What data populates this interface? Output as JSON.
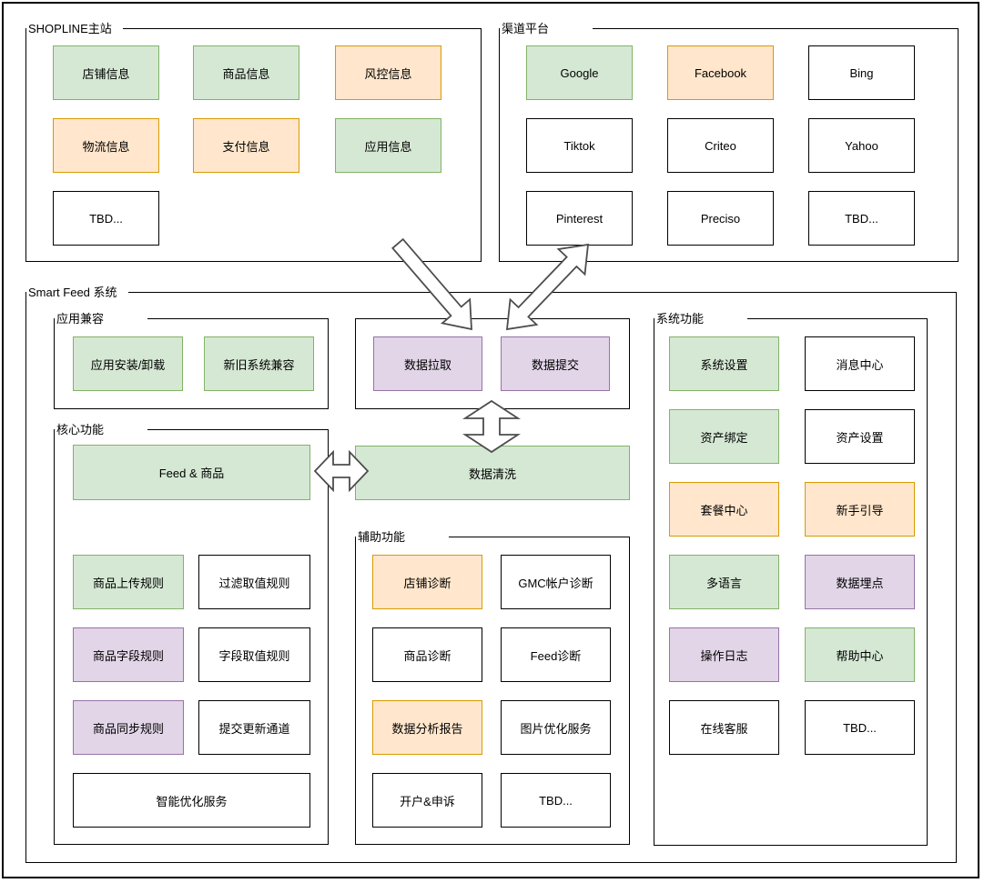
{
  "palette": {
    "green_fill": "#d5e8d4",
    "green_stroke": "#82b366",
    "orange_fill": "#ffe6cc",
    "orange_stroke": "#d79b00",
    "purple_fill": "#e1d5e7",
    "purple_stroke": "#9673a6",
    "white_fill": "#ffffff",
    "line_stroke": "#000000",
    "arrow_stroke": "#4d4d4d"
  },
  "shopline": {
    "title": "SHOPLINE主站",
    "boxes": [
      {
        "label": "店铺信息",
        "color": "green"
      },
      {
        "label": "商品信息",
        "color": "green"
      },
      {
        "label": "风控信息",
        "color": "orange"
      },
      {
        "label": "物流信息",
        "color": "orange"
      },
      {
        "label": "支付信息",
        "color": "orange"
      },
      {
        "label": "应用信息",
        "color": "green"
      },
      {
        "label": "TBD...",
        "color": "white"
      }
    ]
  },
  "channels": {
    "title": "渠道平台",
    "boxes": [
      {
        "label": "Google",
        "color": "green"
      },
      {
        "label": "Facebook",
        "color": "orange"
      },
      {
        "label": "Bing",
        "color": "white"
      },
      {
        "label": "Tiktok",
        "color": "white"
      },
      {
        "label": "Criteo",
        "color": "white"
      },
      {
        "label": "Yahoo",
        "color": "white"
      },
      {
        "label": "Pinterest",
        "color": "white"
      },
      {
        "label": "Preciso",
        "color": "white"
      },
      {
        "label": "TBD...",
        "color": "white"
      }
    ]
  },
  "smartfeed": {
    "title": "Smart Feed 系统",
    "app_compat": {
      "title": "应用兼容",
      "boxes": [
        {
          "label": "应用安装/卸载",
          "color": "green"
        },
        {
          "label": "新旧系统兼容",
          "color": "green"
        }
      ]
    },
    "data_io": {
      "boxes": [
        {
          "label": "数据拉取",
          "color": "purple"
        },
        {
          "label": "数据提交",
          "color": "purple"
        }
      ]
    },
    "system": {
      "title": "系统功能",
      "boxes": [
        {
          "label": "系统设置",
          "color": "green"
        },
        {
          "label": "消息中心",
          "color": "white"
        },
        {
          "label": "资产绑定",
          "color": "green"
        },
        {
          "label": "资产设置",
          "color": "white"
        },
        {
          "label": "套餐中心",
          "color": "orange"
        },
        {
          "label": "新手引导",
          "color": "orange"
        },
        {
          "label": "多语言",
          "color": "green"
        },
        {
          "label": "数据埋点",
          "color": "purple"
        },
        {
          "label": "操作日志",
          "color": "purple"
        },
        {
          "label": "帮助中心",
          "color": "green"
        },
        {
          "label": "在线客服",
          "color": "white"
        },
        {
          "label": "TBD...",
          "color": "white"
        }
      ]
    },
    "core": {
      "title": "核心功能",
      "feed_box": {
        "label": "Feed & 商品",
        "color": "green"
      },
      "boxes": [
        {
          "label": "商品上传规则",
          "color": "green"
        },
        {
          "label": "过滤取值规则",
          "color": "white"
        },
        {
          "label": "商品字段规则",
          "color": "purple"
        },
        {
          "label": "字段取值规则",
          "color": "white"
        },
        {
          "label": "商品同步规则",
          "color": "purple"
        },
        {
          "label": "提交更新通道",
          "color": "white"
        }
      ],
      "wide_box": {
        "label": "智能优化服务",
        "color": "white"
      }
    },
    "data_cleaning": {
      "label": "数据清洗",
      "color": "green"
    },
    "aux": {
      "title": "辅助功能",
      "boxes": [
        {
          "label": "店铺诊断",
          "color": "orange"
        },
        {
          "label": "GMC帐户诊断",
          "color": "white"
        },
        {
          "label": "商品诊断",
          "color": "white"
        },
        {
          "label": "Feed诊断",
          "color": "white"
        },
        {
          "label": "数据分析报告",
          "color": "orange"
        },
        {
          "label": "图片优化服务",
          "color": "white"
        },
        {
          "label": "开户&申诉",
          "color": "white"
        },
        {
          "label": "TBD...",
          "color": "white"
        }
      ]
    }
  },
  "arrows": [
    {
      "name": "shopline-to-smartfeed",
      "direction": "down-right",
      "heads": 1
    },
    {
      "name": "smartfeed-to-channels",
      "direction": "diagonal",
      "heads": 2
    },
    {
      "name": "dataio-to-datacleaning",
      "direction": "vertical",
      "heads": 2
    },
    {
      "name": "feedproduct-to-datacleaning",
      "direction": "horizontal",
      "heads": 2
    }
  ]
}
